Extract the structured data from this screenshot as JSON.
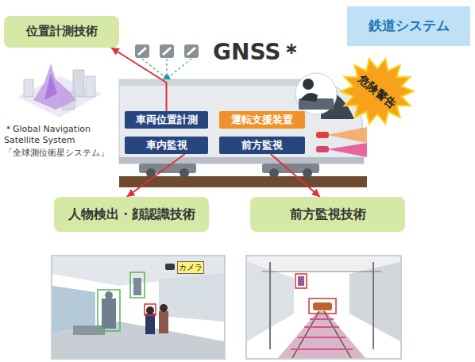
{
  "diagram": {
    "nodes": [
      {
        "text": [
          "位置計測技術"
        ]
      },
      {
        "text": [
          "鉄道システム"
        ]
      },
      {
        "text": [
          "車両位置計測"
        ]
      },
      {
        "text": [
          "運転支援装置"
        ]
      },
      {
        "text": [
          "車内監視"
        ]
      },
      {
        "text": [
          "前方監視"
        ]
      },
      {
        "text": [
          "危険警告"
        ]
      },
      {
        "text": [
          "人物検出・顔認識技術"
        ]
      },
      {
        "text": [
          "前方監視技術"
        ]
      },
      {
        "text": [
          "カメラ"
        ]
      }
    ],
    "edges": [
      {
        "from": 2,
        "to": 0,
        "arrow": "to"
      },
      {
        "from": 4,
        "to": 7,
        "arrow": "to"
      },
      {
        "from": 5,
        "to": 8,
        "arrow": "to"
      }
    ],
    "labels": [
      "GNSS＊",
      "＊Global Navigation Satellite System",
      "「全球測位衛星システム」"
    ]
  }
}
